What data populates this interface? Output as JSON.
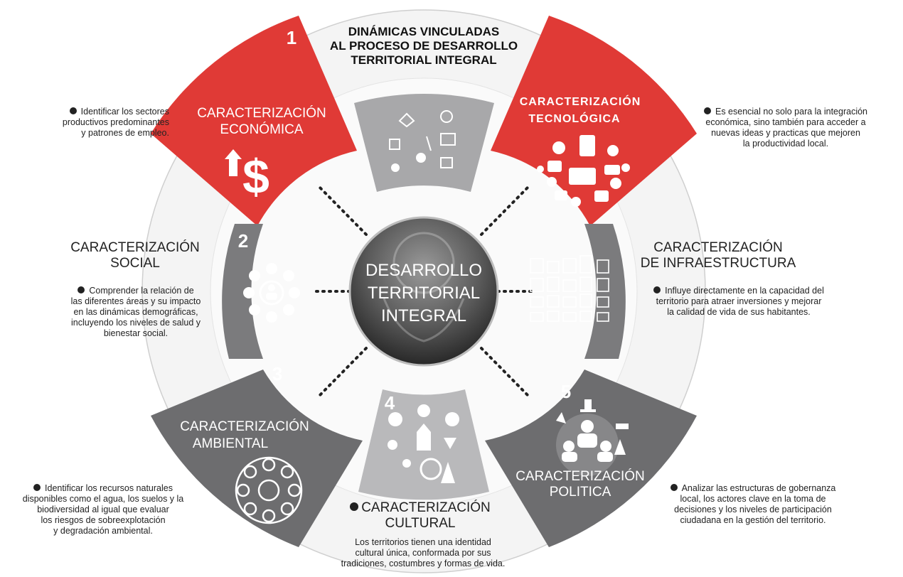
{
  "title": [
    "DINÁMICAS VINCULADAS",
    "AL PROCESO DE DESARROLLO",
    "TERRITORIAL INTEGRAL"
  ],
  "center": [
    "DESARROLLO",
    "TERRITORIAL",
    "INTEGRAL"
  ],
  "colors": {
    "red": "#e03a36",
    "dark_gray": "#6d6d6f",
    "mid_gray": "#8a8a8c",
    "light_gray": "#b3b3b5",
    "ring": "#f4f4f4"
  },
  "segments": {
    "economica": {
      "number": "1",
      "label": [
        "CARACTERIZACIÓN",
        "ECONÓMICA"
      ],
      "icon": "dollar-up-icon",
      "description": [
        "Identificar los sectores",
        "productivos predominantes",
        "y patrones de empleo."
      ]
    },
    "tecnologica": {
      "label": [
        "CARACTERIZACIÓN",
        "TECNOLÓGICA"
      ],
      "icon": "technology-cluster-icon",
      "description": [
        "Es esencial no solo para la integración",
        "económica, sino también para acceder a",
        "nuevas ideas y practicas que mejoren",
        "la productividad local."
      ]
    },
    "social": {
      "number": "2",
      "label": [
        "CARACTERIZACIÓN",
        "SOCIAL"
      ],
      "icon": "social-network-icon",
      "description": [
        "Comprender la relación de",
        "las diferentes áreas y su impacto",
        "en las dinámicas demográficas,",
        "incluyendo los niveles de salud y",
        "bienestar social."
      ]
    },
    "infraestructura": {
      "label": [
        "CARACTERIZACIÓN",
        "DE INFRAESTRUCTURA"
      ],
      "icon": "buildings-icon",
      "description": [
        "Influye directamente en la capacidad del",
        "territorio para atraer inversiones y mejorar",
        "la calidad de vida de sus habitantes."
      ]
    },
    "ambiental": {
      "number": "3",
      "label": [
        "CARACTERIZACIÓN",
        "AMBIENTAL"
      ],
      "icon": "environment-circle-icon",
      "description": [
        "Identificar los recursos naturales",
        "disponibles como el agua, los suelos y la",
        "biodiversidad al igual que evaluar",
        "los riesgos de sobreexplotación",
        "y degradación ambiental."
      ]
    },
    "cultural": {
      "number": "4",
      "label": [
        "CARACTERIZACIÓN",
        "CULTURAL"
      ],
      "icon": "culture-icon",
      "description": [
        "Los territorios tienen una identidad",
        "cultural única, conformada por sus",
        "tradiciones, costumbres y formas de vida."
      ]
    },
    "politica": {
      "number": "5",
      "label": [
        "CARACTERIZACIÓN",
        "POLITICA"
      ],
      "icon": "politics-icon",
      "description": [
        "Analizar las estructuras de gobernanza",
        "local, los actores clave en la toma de",
        "decisiones y los niveles de participación",
        "ciudadana en la gestión del territorio."
      ]
    },
    "top": {
      "icon": "business-network-icon"
    }
  }
}
